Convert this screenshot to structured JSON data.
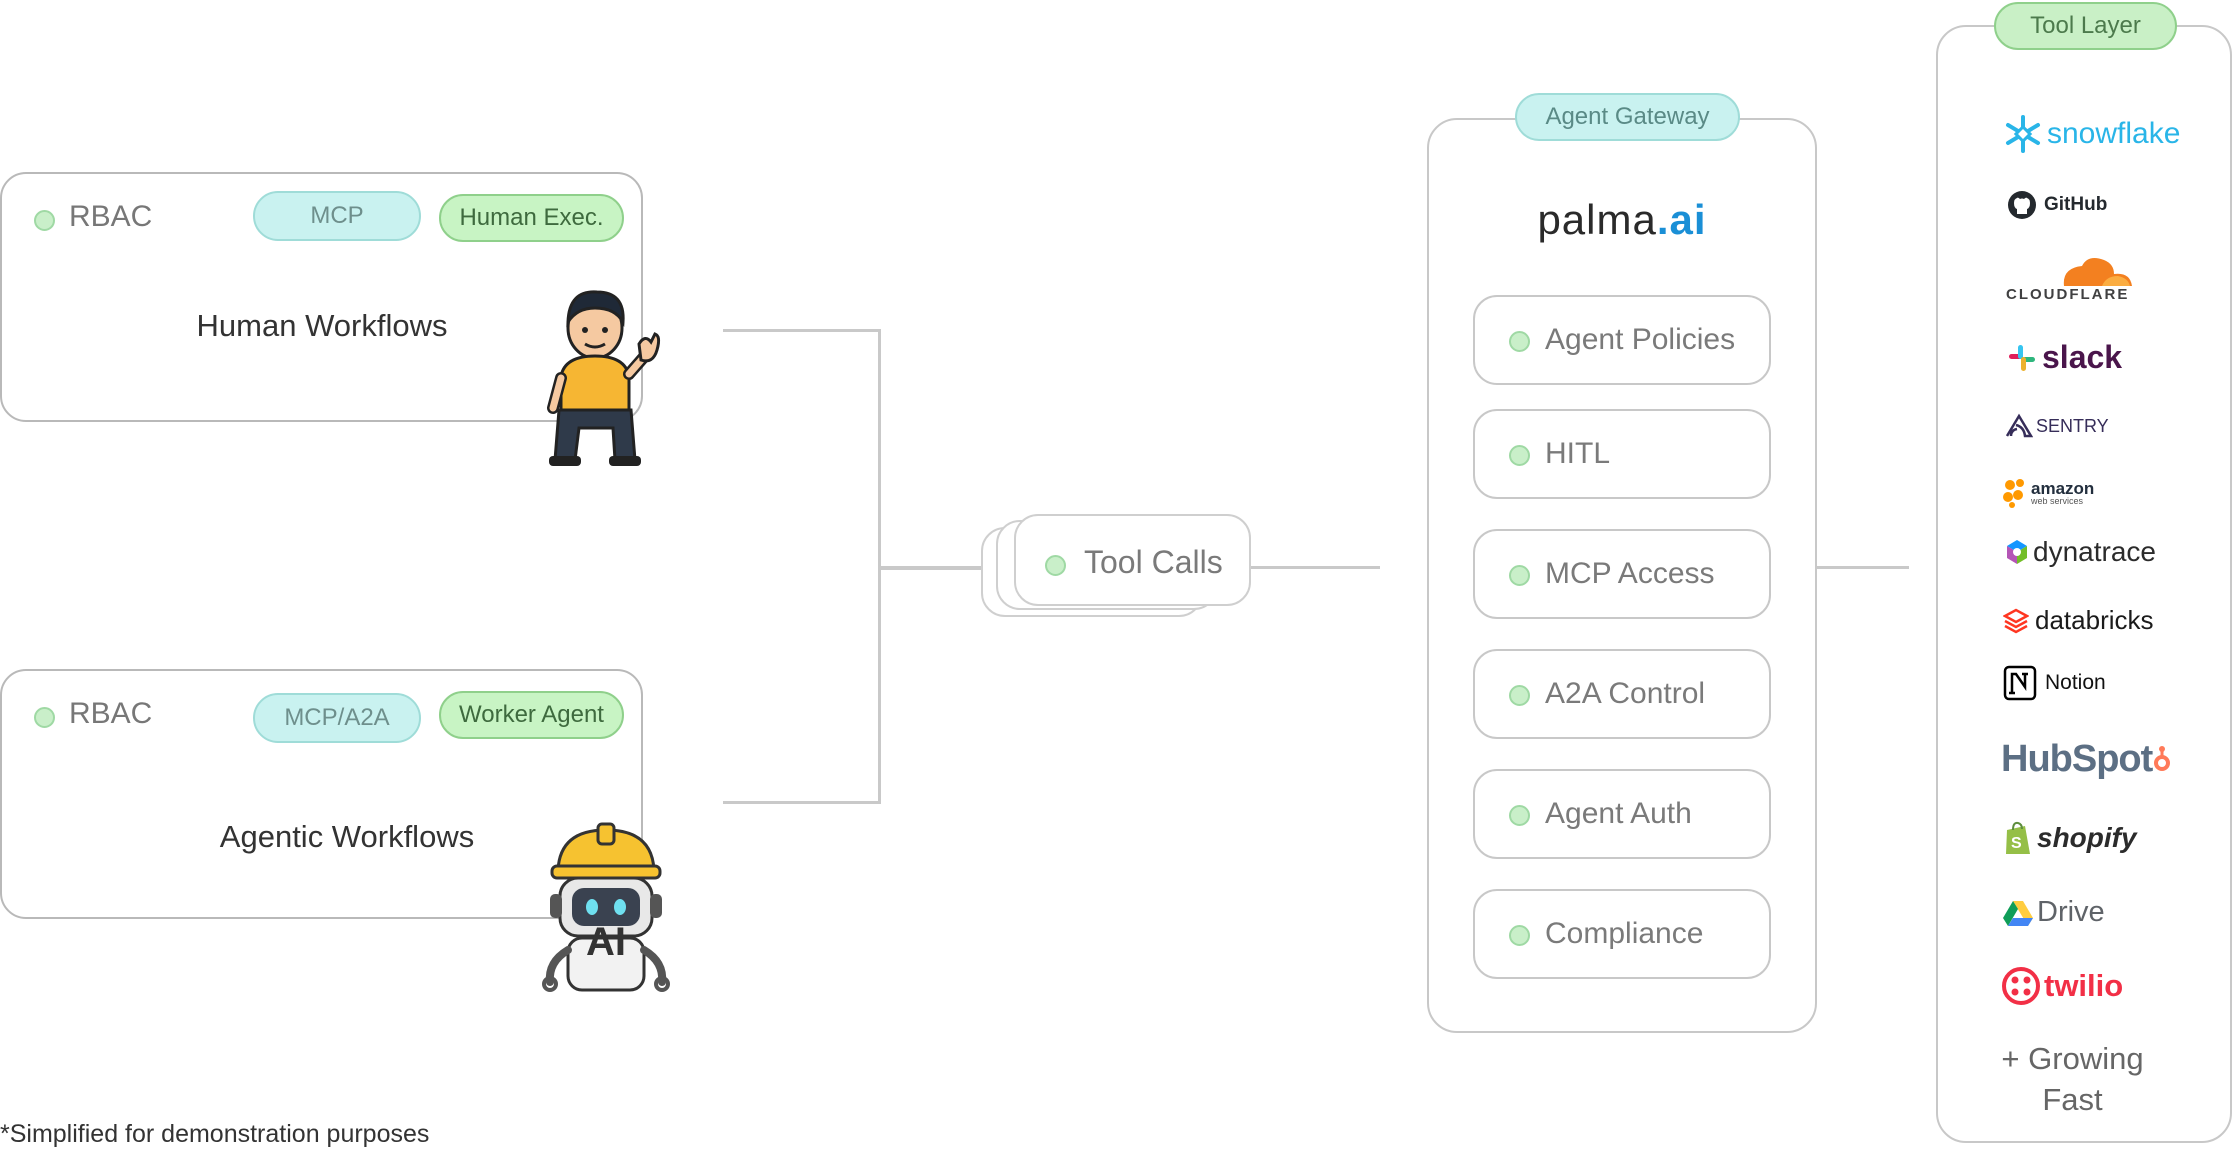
{
  "human_panel": {
    "rbac": "RBAC",
    "tag_protocol": "MCP",
    "tag_role": "Human Exec.",
    "title": "Human Workflows"
  },
  "agentic_panel": {
    "rbac": "RBAC",
    "tag_protocol": "MCP/A2A",
    "tag_role": "Worker Agent",
    "title": "Agentic Workflows",
    "robot_badge": "AI"
  },
  "tool_calls": {
    "label": "Tool Calls"
  },
  "gateway": {
    "header": "Agent Gateway",
    "brand_main": "palma",
    "brand_suffix": ".ai",
    "policies": [
      "Agent Policies",
      "HITL",
      "MCP Access",
      "A2A Control",
      "Agent Auth",
      "Compliance"
    ]
  },
  "tool_layer": {
    "header": "Tool Layer",
    "logos": [
      {
        "name": "snowflake",
        "icon": "snowflake-icon",
        "color": "#29b5e8"
      },
      {
        "name": "GitHub",
        "icon": "github-icon",
        "color": "#24292e"
      },
      {
        "name": "CLOUDFLARE",
        "icon": "cloud-icon",
        "color": "#f38020"
      },
      {
        "name": "slack",
        "icon": "slack-icon",
        "color": "#4a154b"
      },
      {
        "name": "SENTRY",
        "icon": "sentry-icon",
        "color": "#362d59"
      },
      {
        "name": "amazon",
        "sub": "web services",
        "icon": "aws-icon",
        "color": "#ff9900"
      },
      {
        "name": "dynatrace",
        "icon": "dynatrace-icon",
        "color": "#1496ff"
      },
      {
        "name": "databricks",
        "icon": "databricks-icon",
        "color": "#ff3621"
      },
      {
        "name": "Notion",
        "icon": "notion-icon",
        "color": "#000000"
      },
      {
        "name": "HubSpot",
        "icon": "hubspot-icon",
        "color": "#ff7a59"
      },
      {
        "name": "shopify",
        "icon": "shopify-icon",
        "color": "#95bf47"
      },
      {
        "name": "Drive",
        "icon": "drive-icon",
        "color": "#34a853"
      },
      {
        "name": "twilio",
        "icon": "twilio-icon",
        "color": "#f22f46"
      }
    ],
    "more": "+ Growing Fast"
  },
  "footnote": "*Simplified for demonstration purposes"
}
